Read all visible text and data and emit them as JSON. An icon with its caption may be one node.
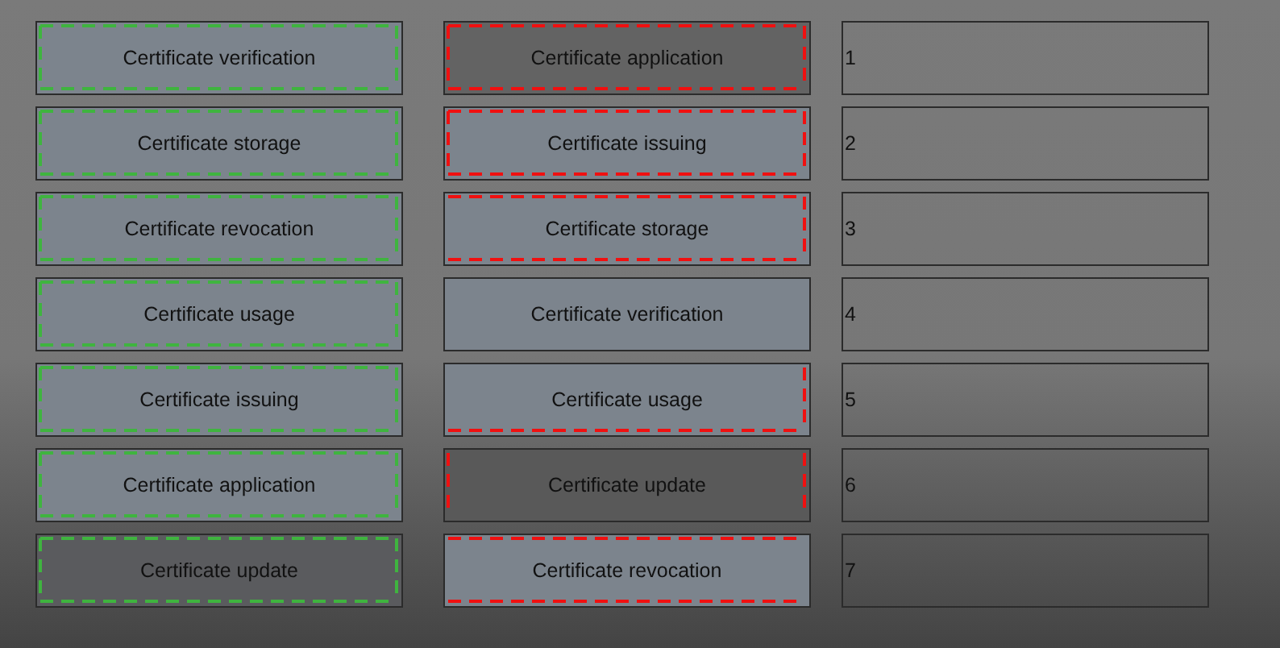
{
  "diagram": {
    "nodes": [
      {
        "text": [
          "Certificate verification"
        ]
      },
      {
        "text": [
          "Certificate storage"
        ]
      },
      {
        "text": [
          "Certificate revocation"
        ]
      },
      {
        "text": [
          "Certificate usage"
        ]
      },
      {
        "text": [
          "Certificate issuing"
        ]
      },
      {
        "text": [
          "Certificate application"
        ]
      },
      {
        "text": [
          "Certificate update"
        ]
      },
      {
        "text": [
          "Certificate application"
        ]
      },
      {
        "text": [
          "Certificate issuing"
        ]
      },
      {
        "text": [
          "Certificate storage"
        ]
      },
      {
        "text": [
          "Certificate verification"
        ]
      },
      {
        "text": [
          "Certificate usage"
        ]
      },
      {
        "text": [
          "Certificate update"
        ]
      },
      {
        "text": [
          "Certificate revocation"
        ]
      },
      {
        "text": [
          "1"
        ]
      },
      {
        "text": [
          "2"
        ]
      },
      {
        "text": [
          "3"
        ]
      },
      {
        "text": [
          "4"
        ]
      },
      {
        "text": [
          "5"
        ]
      },
      {
        "text": [
          "6"
        ]
      },
      {
        "text": [
          "7"
        ]
      }
    ]
  }
}
